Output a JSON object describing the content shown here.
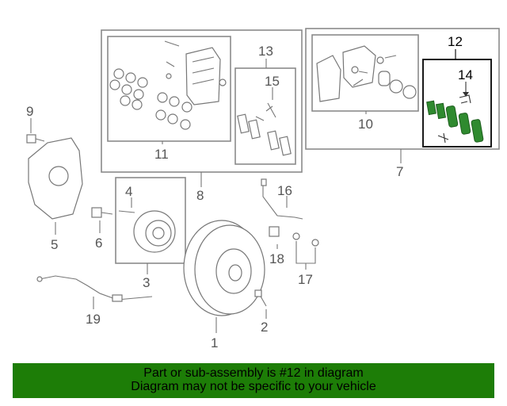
{
  "callouts": {
    "c1": "1",
    "c2": "2",
    "c3": "3",
    "c4": "4",
    "c5": "5",
    "c6": "6",
    "c7": "7",
    "c8": "8",
    "c9": "9",
    "c10": "10",
    "c11": "11",
    "c12": "12",
    "c13": "13",
    "c14": "14",
    "c15": "15",
    "c16": "16",
    "c17": "17",
    "c18": "18",
    "c19": "19"
  },
  "banner": {
    "line1": "Part or sub-assembly is #12 in diagram",
    "line2": "Diagram may not be specific to your vehicle"
  },
  "colors": {
    "banner": "#1d7d07",
    "highlight_parts": "#2f8a2f"
  }
}
